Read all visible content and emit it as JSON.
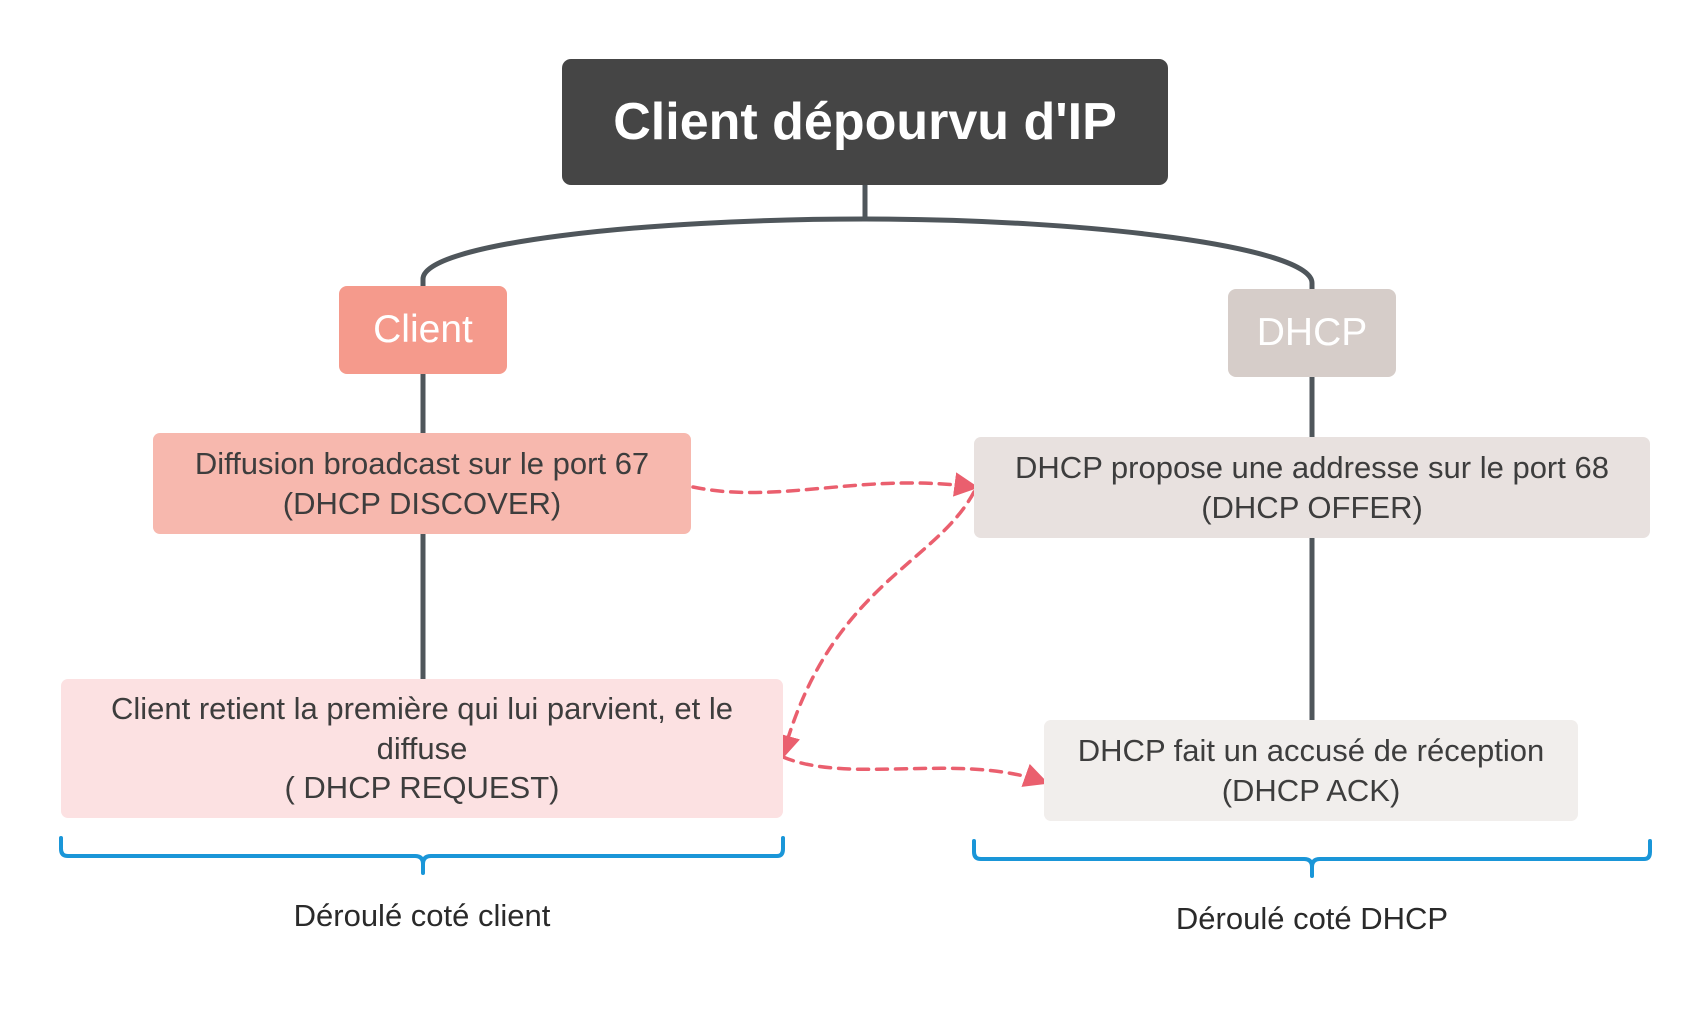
{
  "diagram": {
    "root": {
      "label": "Client dépourvu d'IP",
      "color": "#454545"
    },
    "branches": {
      "client": {
        "label": "Client",
        "color": "#f59a8c"
      },
      "dhcp": {
        "label": "DHCP",
        "color": "#d6cdc9"
      }
    },
    "steps": {
      "discover": {
        "label": "Diffusion broadcast sur le port 67\n(DHCP DISCOVER)",
        "color": "#f7b8ae"
      },
      "request": {
        "label": "Client retient la première qui lui parvient, et le diffuse\n( DHCP REQUEST)",
        "color": "#fce1e2"
      },
      "offer": {
        "label": "DHCP propose une addresse sur le port 68\n(DHCP OFFER)",
        "color": "#e8e1df"
      },
      "ack": {
        "label": "DHCP fait un accusé de réception\n(DHCP ACK)",
        "color": "#f1eeec"
      }
    },
    "captions": {
      "client": "Déroulé coté client",
      "dhcp": "Déroulé coté DHCP"
    },
    "colors": {
      "connector": "#4f565b",
      "message_arrow": "#ea5f6e",
      "brace": "#1a96d8"
    }
  }
}
